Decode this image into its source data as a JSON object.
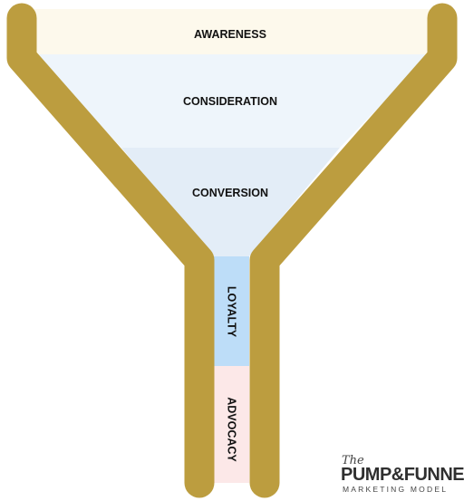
{
  "diagram": {
    "stages": [
      {
        "label": "AWARENESS",
        "color": "#FDF9EC"
      },
      {
        "label": "CONSIDERATION",
        "color": "#EEF5FB"
      },
      {
        "label": "CONVERSION",
        "color": "#E3EDF7"
      },
      {
        "label": "LOYALTY",
        "color": "#BDDDF8"
      },
      {
        "label": "ADVOCACY",
        "color": "#FCE8E8"
      }
    ],
    "funnel_color": "#BC9D3F"
  },
  "logo": {
    "the": "The",
    "name": "PUMP&FUNNEL",
    "subtitle": "MARKETING MODEL"
  }
}
